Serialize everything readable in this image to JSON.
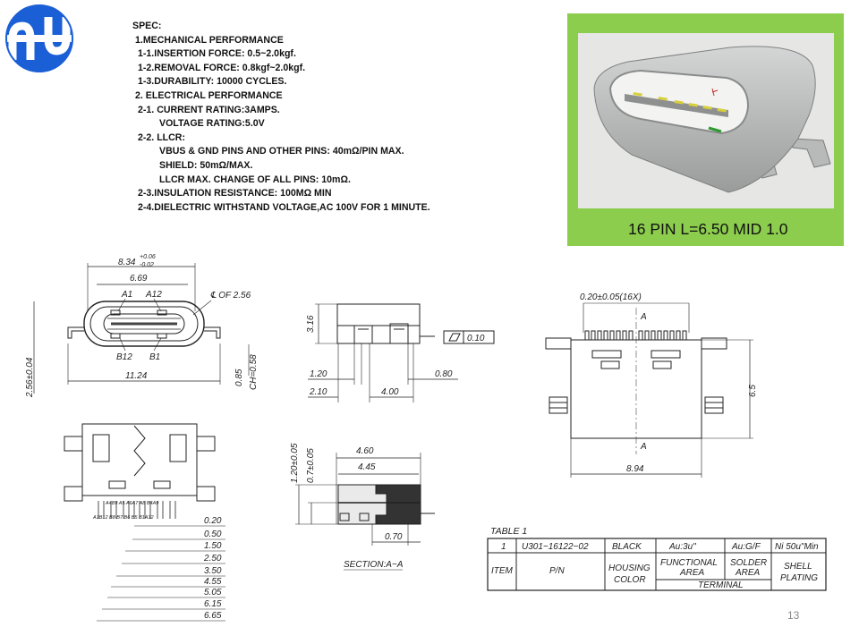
{
  "spec": {
    "title": "SPEC:",
    "mech_title": "1.MECHANICAL  PERFORMANCE",
    "mech_1": "1-1.INSERTION  FORCE: 0.5~2.0kgf.",
    "mech_2": "1-2.REMOVAL  FORCE: 0.8kgf~2.0kgf.",
    "mech_3": "1-3.DURABILITY:  10000 CYCLES.",
    "elec_title": "2. ELECTRICAL  PERFORMANCE",
    "elec_1": "2-1. CURRENT  RATING:3AMPS.",
    "elec_1b": "VOLTAGE RATING:5.0V",
    "elec_2": "2-2. LLCR:",
    "elec_2a": "VBUS & GND PINS AND OTHER PINS: 40mΩ/PIN MAX.",
    "elec_2b": "SHIELD:  50mΩ/MAX.",
    "elec_2c": "LLCR MAX. CHANGE OF ALL PINS: 10mΩ.",
    "elec_3": "2-3.INSULATION  RESISTANCE:  100MΩ  MIN",
    "elec_4": "2-4.DIELECTRIC  WITHSTAND  VOLTAGE,AC  100V FOR 1 MINUTE."
  },
  "photo": {
    "caption": "16 PIN L=6.50 MID 1.0"
  },
  "front_view": {
    "dim_width": "8.34",
    "dim_tol_upper": "+0.06",
    "dim_tol_lower": "-0.02",
    "dim_inner": "6.69",
    "label_a1": "A1",
    "label_a12": "A12",
    "label_b12": "B12",
    "label_b1": "B1",
    "center_note": "℄  OF  2.56",
    "dim_total": "11.24",
    "dim_height": "2.56±0.04",
    "dim_085": "0.85",
    "dim_ch": "CH=0.58"
  },
  "side_view": {
    "dim_height": "3.16",
    "flatness": "0.10",
    "dim_120": "1.20",
    "dim_080": "0.80",
    "dim_210": "2.10",
    "dim_400": "4.00"
  },
  "top_view": {
    "pitch": "0.20±0.05(16X)",
    "datum_a": "A",
    "dim_65": "6.5",
    "dim_894": "8.94"
  },
  "section": {
    "dim_460": "4.60",
    "dim_445": "4.45",
    "dim_120": "1.20±0.05",
    "dim_070": "0.7±0.05",
    "dim_070b": "0.70",
    "label": "SECTION:A−A"
  },
  "footprint": {
    "pin_labels_top": "A4B9  A5  A6A7  A8  B4A9",
    "pin_labels_bottom": "A1B12  B8  B7  B6  B5  B1A12",
    "dims": [
      "0.20",
      "0.50",
      "1.50",
      "2.50",
      "3.50",
      "4.55",
      "5.05",
      "6.15",
      "6.65"
    ]
  },
  "table": {
    "title": "TABLE  1",
    "row1": {
      "item": "1",
      "pn": "U301−16122−02",
      "color": "BLACK",
      "functional": "Au:3u\"",
      "solder": "Au:G/F",
      "shell": "Ni  50u\"Min"
    },
    "header": {
      "item": "ITEM",
      "pn": "P/N",
      "housing_1": "HOUSING",
      "housing_2": "COLOR",
      "functional_1": "FUNCTIONAL",
      "functional_2": "AREA",
      "solder_1": "SOLDER",
      "solder_2": "AREA",
      "terminal": "TERMINAL",
      "shell_1": "SHELL",
      "shell_2": "PLATING"
    }
  },
  "page_number": "13",
  "colors": {
    "logo": "#1a5fd6",
    "photo_bg": "#8ccd4e",
    "photo_inner": "#e6e6e4"
  }
}
